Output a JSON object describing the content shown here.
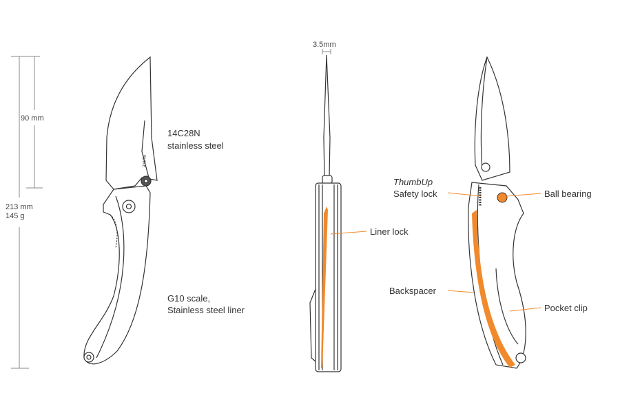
{
  "dimensions": {
    "blade_length": "90 mm",
    "overall_length": "213 mm",
    "weight": "145 g",
    "thickness": "3.5mm"
  },
  "labels": {
    "blade_steel_line1": "14C28N",
    "blade_steel_line2": "stainless steel",
    "handle_line1": "G10 scale,",
    "handle_line2": "Stainless steel liner",
    "liner_lock": "Liner lock",
    "thumbup": "ThumbUp",
    "safety_lock": "Safety lock",
    "ball_bearing": "Ball bearing",
    "backspacer": "Backspacer",
    "pocket_clip": "Pocket clip"
  },
  "logo_text": "RUIKE",
  "colors": {
    "accent": "#f08a2c",
    "line": "#333333",
    "dim": "#777777"
  }
}
